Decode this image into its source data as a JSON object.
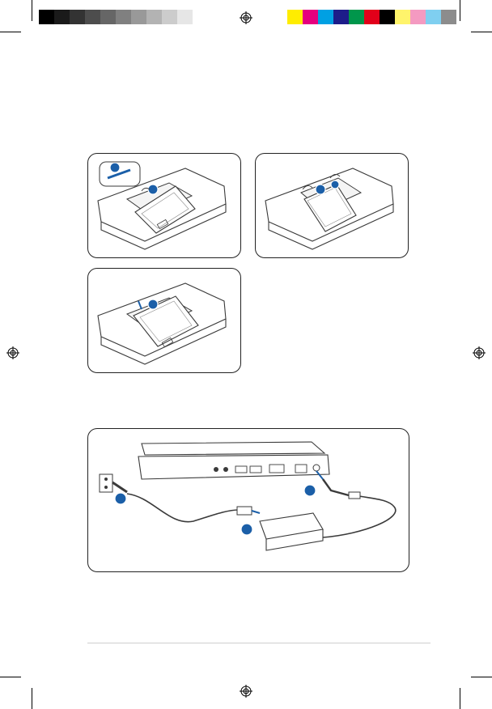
{
  "print_marks": {
    "grayscale_bar": [
      "#000000",
      "#1a1a1a",
      "#333333",
      "#4d4d4d",
      "#666666",
      "#808080",
      "#999999",
      "#b3b3b3",
      "#cccccc",
      "#e6e6e6"
    ],
    "color_bar": [
      "#ffed00",
      "#e6007e",
      "#00a0e3",
      "#1d1d8a",
      "#00964b",
      "#e2001a",
      "#000000",
      "#fff46b",
      "#f49ac1",
      "#7fcff0",
      "#8c8c8c"
    ]
  },
  "figures": [
    {
      "id": "memory-step-1",
      "step_badges": [
        "",
        ""
      ]
    },
    {
      "id": "memory-step-2",
      "step_badges": [
        "",
        ""
      ]
    },
    {
      "id": "memory-step-3",
      "step_badges": [
        ""
      ]
    },
    {
      "id": "power-connection",
      "step_badges": [
        "",
        "",
        ""
      ]
    }
  ],
  "colors": {
    "step_badge": "#1b5fa8",
    "line_art": "#3a3a3a",
    "panel_border": "#222222"
  },
  "icons": {
    "registration_mark": "crosshair-circle"
  }
}
